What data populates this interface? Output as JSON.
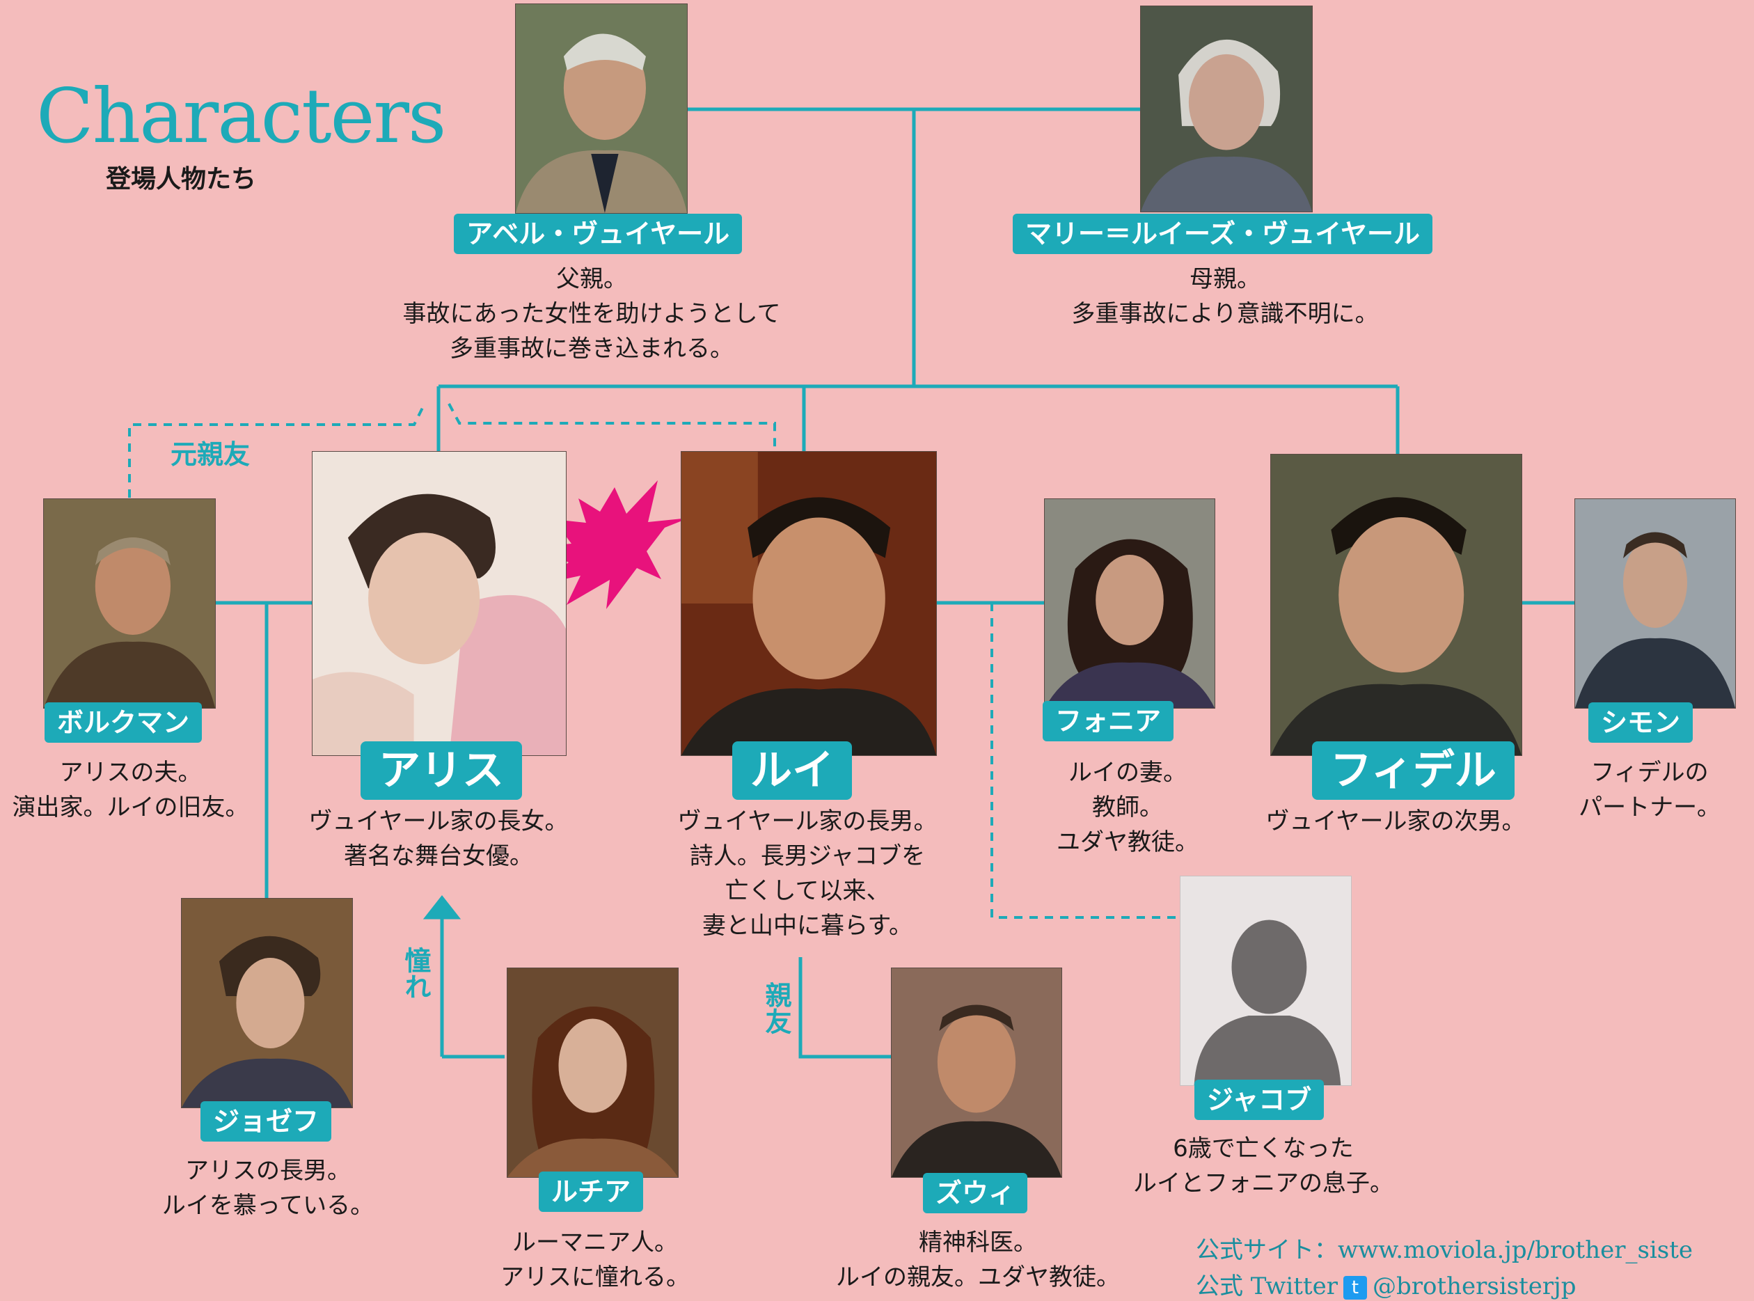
{
  "header": {
    "title": "Characters",
    "subtitle": "登場人物たち"
  },
  "relations": {
    "former_friend": "元親友",
    "admire": "憧れ",
    "best_friend": "親友"
  },
  "colors": {
    "accent": "#1daab8",
    "background": "#f4bcbc",
    "burst": "#e8127c"
  },
  "characters": {
    "abel": {
      "name": "アベル・ヴュイヤール",
      "lines": [
        "父親。",
        "事故にあった女性を助けようとして",
        "多重事故に巻き込まれる。"
      ]
    },
    "marie": {
      "name": "マリー＝ルイーズ・ヴュイヤール",
      "lines": [
        "母親。",
        "多重事故により意識不明に。"
      ]
    },
    "borkman": {
      "name": "ボルクマン",
      "lines": [
        "アリスの夫。",
        "演出家。ルイの旧友。"
      ]
    },
    "alice": {
      "name": "アリス",
      "lines": [
        "ヴュイヤール家の長女。",
        "著名な舞台女優。"
      ]
    },
    "louis": {
      "name": "ルイ",
      "lines": [
        "ヴュイヤール家の長男。",
        "詩人。長男ジャコブを",
        "亡くして以来、",
        "妻と山中に暮らす。"
      ]
    },
    "faunia": {
      "name": "フォニア",
      "lines": [
        "ルイの妻。",
        "教師。",
        "ユダヤ教徒。"
      ]
    },
    "fidel": {
      "name": "フィデル",
      "lines": [
        "ヴュイヤール家の次男。"
      ]
    },
    "simon": {
      "name": "シモン",
      "lines": [
        "フィデルの",
        "パートナー。"
      ]
    },
    "joseph": {
      "name": "ジョゼフ",
      "lines": [
        "アリスの長男。",
        "ルイを慕っている。"
      ]
    },
    "lucia": {
      "name": "ルチア",
      "lines": [
        "ルーマニア人。",
        "アリスに憧れる。"
      ]
    },
    "zwi": {
      "name": "ズウィ",
      "lines": [
        "精神科医。",
        "ルイの親友。ユダヤ教徒。"
      ]
    },
    "jacob": {
      "name": "ジャコブ",
      "lines": [
        "6歳で亡くなった",
        "ルイとフォニアの息子。"
      ]
    }
  },
  "footer": {
    "site_label": "公式サイト：",
    "site_url": "www.moviola.jp/brother_siste",
    "twitter_label": "公式 Twitter",
    "twitter_handle": "@brothersisterjp",
    "twitter_icon": "twitter-bird-icon"
  }
}
